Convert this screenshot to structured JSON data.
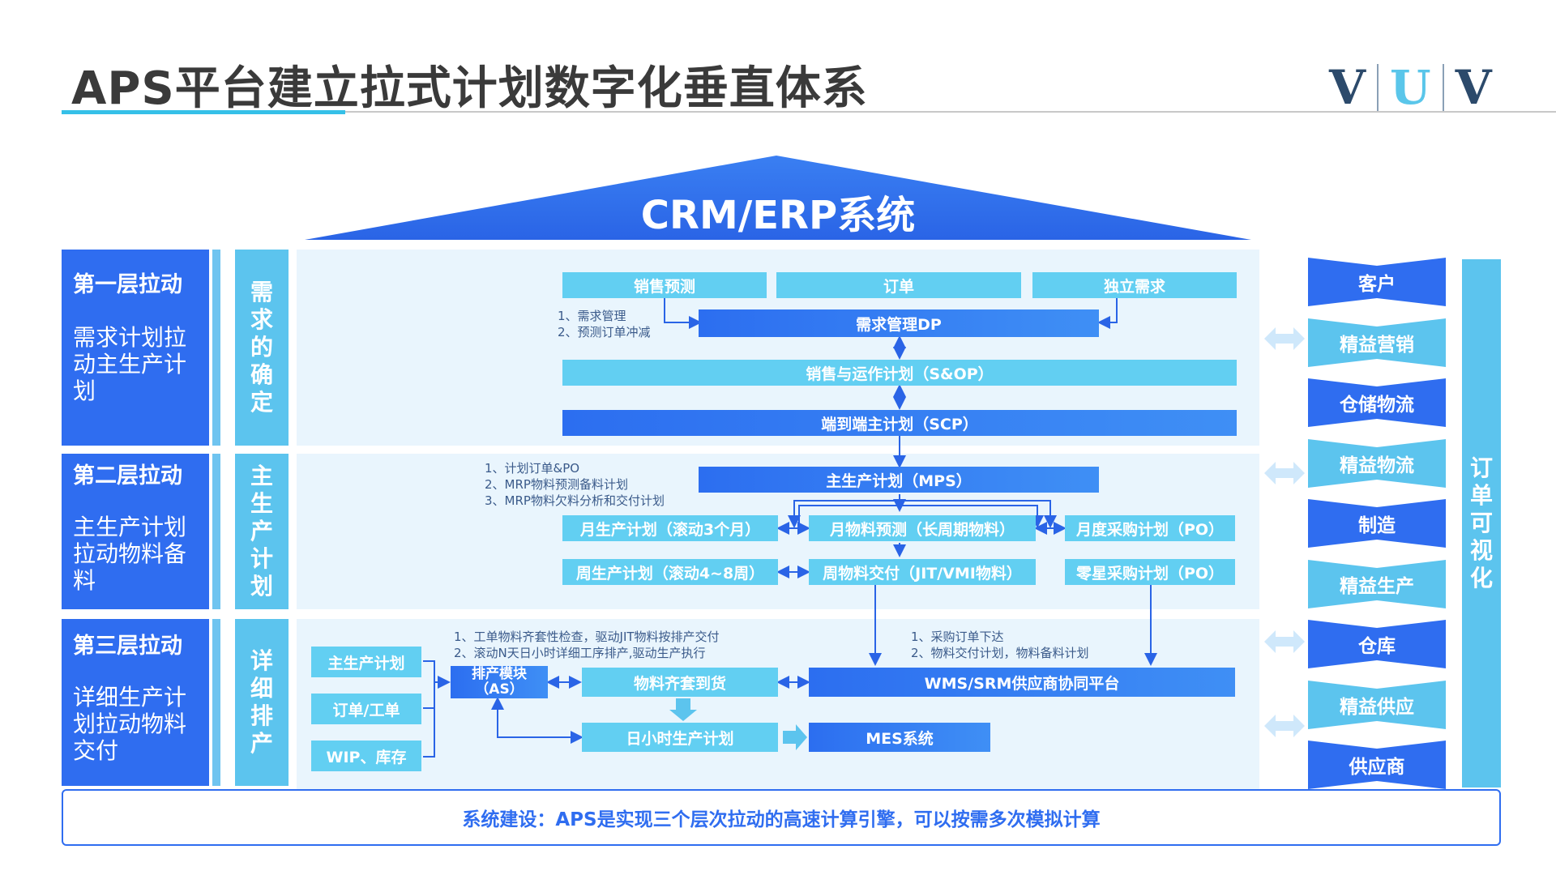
{
  "header": {
    "title": "APS平台建立拉式计划数字化垂直体系",
    "logo": [
      "V",
      "U",
      "V"
    ]
  },
  "roof": {
    "label": "CRM/ERP系统"
  },
  "layers": [
    {
      "title": "第一层拉动",
      "desc": "需求计划拉动主生产计划",
      "side": [
        "需",
        "求",
        "的",
        "确",
        "定"
      ]
    },
    {
      "title": "第二层拉动",
      "desc": "主生产计划拉动物料备料",
      "side": [
        "主",
        "生",
        "产",
        "计",
        "划"
      ]
    },
    {
      "title": "第三层拉动",
      "desc": "详细生产计划拉动物料交付",
      "side": [
        "详",
        "细",
        "排",
        "产"
      ]
    }
  ],
  "layer1": {
    "sales_forecast": "销售预测",
    "order": "订单",
    "independent_demand": "独立需求",
    "dp": "需求管理DP",
    "note1": "1、需求管理",
    "note2": "2、预测订单冲减",
    "sop": "销售与运作计划（S&OP）",
    "scp": "端到端主计划（SCP）"
  },
  "layer2": {
    "note1": "1、计划订单&PO",
    "note2": "2、MRP物料预测备料计划",
    "note3": "3、MRP物料欠料分析和交付计划",
    "mps": "主生产计划（MPS）",
    "monthly_plan": "月生产计划（滚动3个月）",
    "monthly_material": "月物料预测（长周期物料）",
    "monthly_po": "月度采购计划（PO）",
    "weekly_plan": "周生产计划（滚动4~8周）",
    "weekly_delivery": "周物料交付（JIT/VMI物料）",
    "spot_po": "零星采购计划（PO）"
  },
  "layer3": {
    "input_mps": "主生产计划",
    "input_order": "订单/工单",
    "input_wip": "WIP、库存",
    "note1": "1、工单物料齐套性检查，驱动JIT物料按排产交付",
    "note2": "2、滚动N天日小时详细工序排产,驱动生产执行",
    "note3": "1、采购订单下达",
    "note4": "2、物料交付计划，物料备料计划",
    "as_line1": "排产模块",
    "as_line2": "（AS）",
    "kitting": "物料齐套到货",
    "platform": "WMS/SRM供应商协同平台",
    "daily_plan": "日小时生产计划",
    "mes": "MES系统"
  },
  "right": {
    "items": [
      "客户",
      "精益营销",
      "仓储物流",
      "精益物流",
      "制造",
      "精益生产",
      "仓库",
      "精益供应",
      "供应商"
    ],
    "visual": [
      "订",
      "单",
      "可",
      "视",
      "化"
    ]
  },
  "footer": {
    "text": "系统建设：APS是实现三个层次拉动的高速计算引擎，可以按需多次模拟计算"
  },
  "colors": {
    "dark_blue": "#2f6df0",
    "light_blue": "#5cc4ee",
    "panel": "#e9f5fd"
  }
}
